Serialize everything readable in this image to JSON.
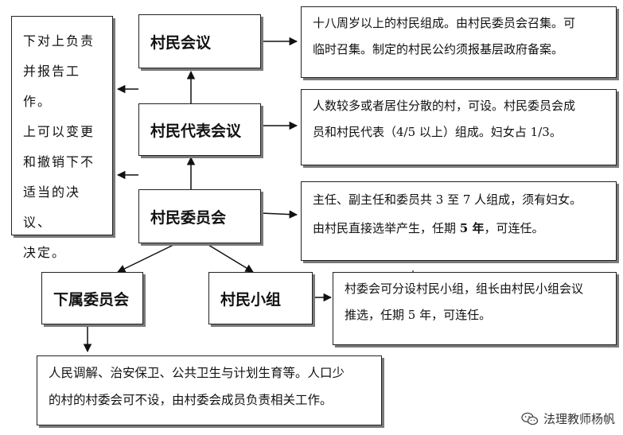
{
  "nodes": {
    "meeting": "村民会议",
    "rep_meeting": "村民代表会议",
    "committee": "村民委员会",
    "sub_committee": "下属委员会",
    "group": "村民小组"
  },
  "side_note": {
    "lines": [
      "下对上负责",
      "并报告工作。",
      "上可以变更",
      "和撤销下不",
      "适当的决议、",
      "决定。"
    ]
  },
  "notes": {
    "meeting": [
      "十八周岁以上的村民组成。由村民委员会召集。可",
      "临时召集。制定的村民公约须报基层政府备案。"
    ],
    "rep_meeting": [
      "人数较多或者居住分散的村，可设。村民委员会成",
      "员和村民代表（4/5 以上）组成。妇女占 1/3。"
    ],
    "committee_line1": "主任、副主任和委员共 3 至 7 人组成，须有妇女。",
    "committee_line2_a": "由村民直接选举产生，任期 ",
    "committee_line2_b": "5 年",
    "committee_line2_c": "，可连任。",
    "group": [
      "村委会可分设村民小组，组长由村民小组会议",
      "推选，任期 5 年，可连任。"
    ],
    "sub_committee": [
      "人民调解、治安保卫、公共卫生与计划生育等。人口少",
      "的村的村委会可不设，由村委会成员负责相关工作。"
    ]
  },
  "watermark": "法理教师杨帆",
  "icons": {
    "watermark_icon": "wechat-icon"
  },
  "colors": {
    "line": "#111111",
    "shadow": "#7a7a7a"
  }
}
